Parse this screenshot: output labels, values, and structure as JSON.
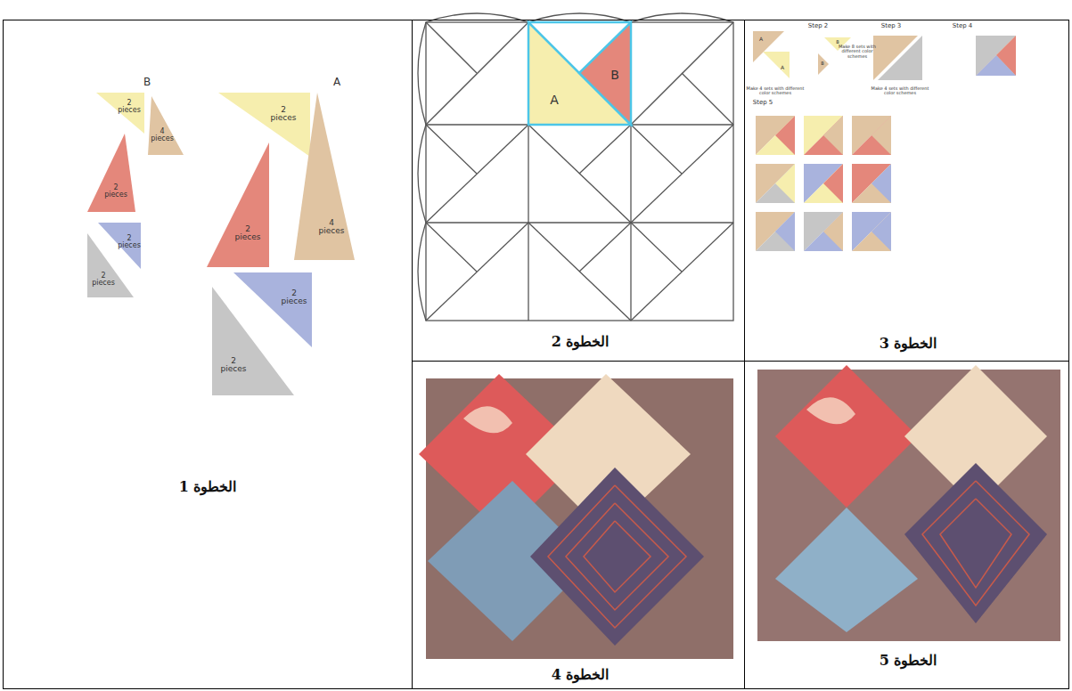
{
  "diagram": {
    "nodes": [
      {
        "text": [
          "الخطوة 1"
        ]
      },
      {
        "text": [
          "الخطوة 2"
        ]
      },
      {
        "text": [
          "الخطوة 3"
        ]
      },
      {
        "text": [
          "الخطوة 4"
        ]
      },
      {
        "text": [
          "الخطوة 5"
        ]
      }
    ],
    "labels": [
      "B",
      "A",
      "2 pieces",
      "4 pieces",
      "2 pieces",
      "2 pieces",
      "2 pieces",
      "2 pieces",
      "4 pieces",
      "2 pieces",
      "2 pieces",
      "2 pieces",
      "A",
      "B",
      "A",
      "A",
      "Make 4 sets with different color schemes",
      "Step 2",
      "B",
      "B",
      "Make 8 sets with different color schemes",
      "Step 3",
      "Make 4 sets with different color schemes",
      "Step 4",
      "Step 5"
    ]
  }
}
